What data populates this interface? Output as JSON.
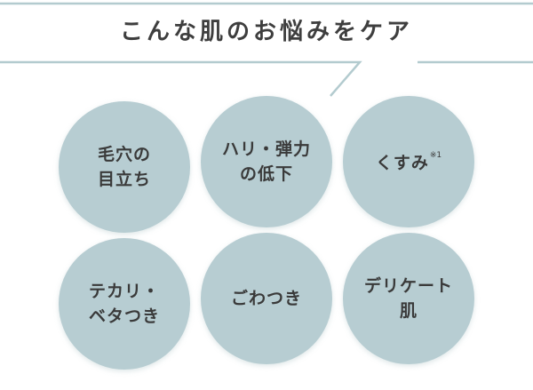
{
  "heading": "こんな肌のお悩みをケア",
  "concerns": [
    {
      "label": "毛穴の\n目立ち"
    },
    {
      "label": "ハリ・弾力\nの低下"
    },
    {
      "label": "くすみ",
      "note": "※1"
    },
    {
      "label": "テカリ・\nベタつき"
    },
    {
      "label": "ごわつき"
    },
    {
      "label": "デリケート\n肌"
    }
  ],
  "colors": {
    "circle": "#b7cdd2",
    "frame_line": "#b3cbcf",
    "text": "#3c3c3c"
  }
}
